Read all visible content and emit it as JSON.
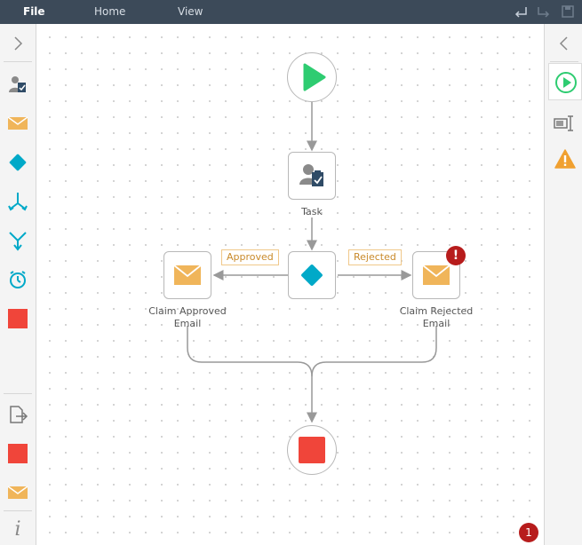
{
  "menu": {
    "file": "File",
    "home": "Home",
    "view": "View"
  },
  "nodes": {
    "task": {
      "label": "Task"
    },
    "claim_approved": {
      "label_line1": "Claim Approved",
      "label_line2": "Email"
    },
    "claim_rejected": {
      "label_line1": "Claim Rejected",
      "label_line2": "Email",
      "error_badge": "!"
    }
  },
  "edges": {
    "approved": "Approved",
    "rejected": "Rejected"
  },
  "status": {
    "error_count": "1"
  },
  "colors": {
    "accent_green": "#2ecc71",
    "diamond": "#00a9c8",
    "email": "#f0b55a",
    "stop": "#f0453a",
    "error": "#b71c1c",
    "warning": "#f0a030"
  },
  "icons": {
    "left_toolbar": [
      "expand-icon",
      "user-task-icon",
      "email-icon",
      "diamond-icon",
      "split-icon",
      "merge-icon",
      "timer-icon",
      "stop-icon",
      "copy-icon",
      "stop-icon",
      "email-icon",
      "info-icon"
    ],
    "right_toolbar": [
      "collapse-icon",
      "start-icon",
      "property-icon",
      "warning-icon"
    ]
  }
}
